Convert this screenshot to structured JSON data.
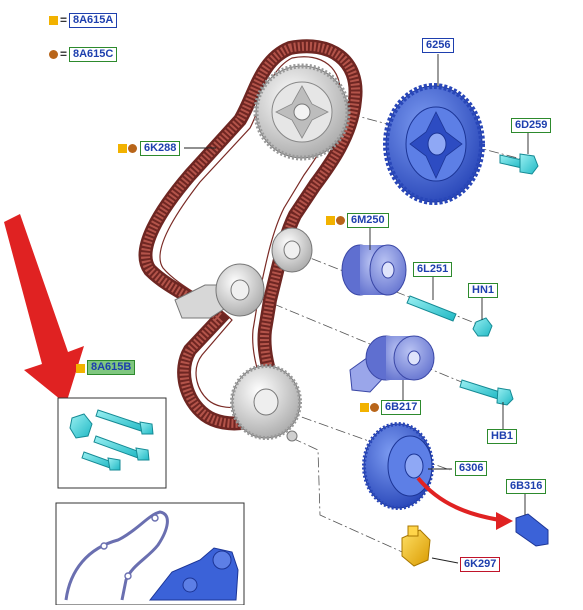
{
  "legend": {
    "square_code": "8A615A",
    "circle_code": "8A615C",
    "equals": "="
  },
  "callouts": {
    "timing_belt": "6K288",
    "camshaft_sprocket": "6256",
    "sprocket_bolt": "6D259",
    "tensioner_pulley": "6M250",
    "tensioner_stud": "6L251",
    "tensioner_nut": "HN1",
    "idler_pulley": "6B217",
    "idler_bolt": "HB1",
    "crankshaft_sprocket": "6306",
    "fastener_kit": "8A615B",
    "sensor_bracket": "6B316",
    "crank_sensor": "6K297"
  },
  "colors": {
    "belt": "#9b3a34",
    "belt_dark": "#6e2622",
    "blue_part": "#3b62d8",
    "cyan_part": "#3fd6dc",
    "yellow_part": "#f2b200",
    "grey_part": "#d9d9d9",
    "arrow_red": "#e02222",
    "legend_square": "#f2b200",
    "legend_circle": "#b8651a"
  }
}
